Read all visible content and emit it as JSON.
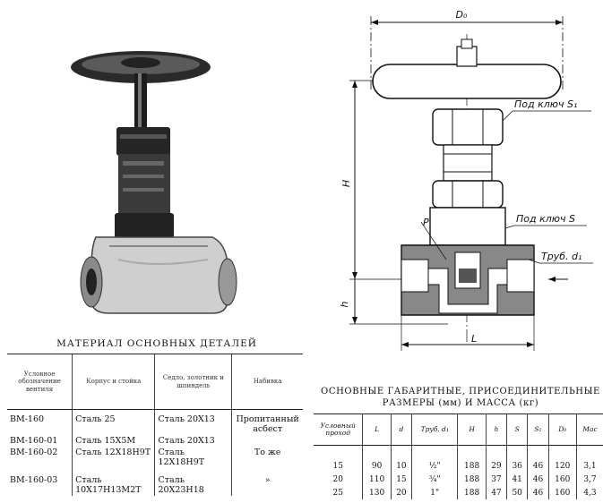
{
  "drawing": {
    "d0_label": "D₀",
    "h_label": "H",
    "small_h_label": "h",
    "l_label": "L",
    "r_label": "P",
    "s1_label": "Под ключ S₁",
    "s_label": "Под ключ S",
    "d1_label": "Труб. d₁"
  },
  "materials": {
    "title": "МАТЕРИАЛ ОСНОВНЫХ ДЕТАЛЕЙ",
    "headers": [
      "Условное обозначение вентиля",
      "Корпус и стойка",
      "Седло, золотник и шпиндель",
      "Набивка"
    ],
    "rows": [
      [
        "ВМ-160",
        "Сталь 25",
        "Сталь 20Х13",
        "Пропитанный асбест"
      ],
      [
        "ВМ-160-01",
        "Сталь 15Х5М",
        "Сталь 20Х13",
        ""
      ],
      [
        "ВМ-160-02",
        "Сталь 12Х18Н9Т",
        "Сталь 12Х18Н9Т",
        "То же"
      ],
      [
        "ВМ-160-03",
        "Сталь 10Х17Н13М2Т",
        "Сталь 20Х23Н18",
        "»"
      ]
    ]
  },
  "dimensions": {
    "title_line1": "ОСНОВНЫЕ ГАБАРИТНЫЕ, ПРИСОЕДИНИТЕЛЬНЫЕ",
    "title_line2": "РАЗМЕРЫ (мм) И МАССА (кг)",
    "headers": [
      "Условный проход",
      "L",
      "d",
      "Труб. d₁",
      "H",
      "h",
      "S",
      "S₁",
      "D₀",
      "Мас"
    ],
    "rows": [
      [
        "15",
        "90",
        "10",
        "½\"",
        "188",
        "29",
        "36",
        "46",
        "120",
        "3,1"
      ],
      [
        "20",
        "110",
        "15",
        "¾\"",
        "188",
        "37",
        "41",
        "46",
        "160",
        "3,7"
      ],
      [
        "25",
        "130",
        "20",
        "1\"",
        "188",
        "47",
        "50",
        "46",
        "160",
        "4,3"
      ]
    ]
  }
}
